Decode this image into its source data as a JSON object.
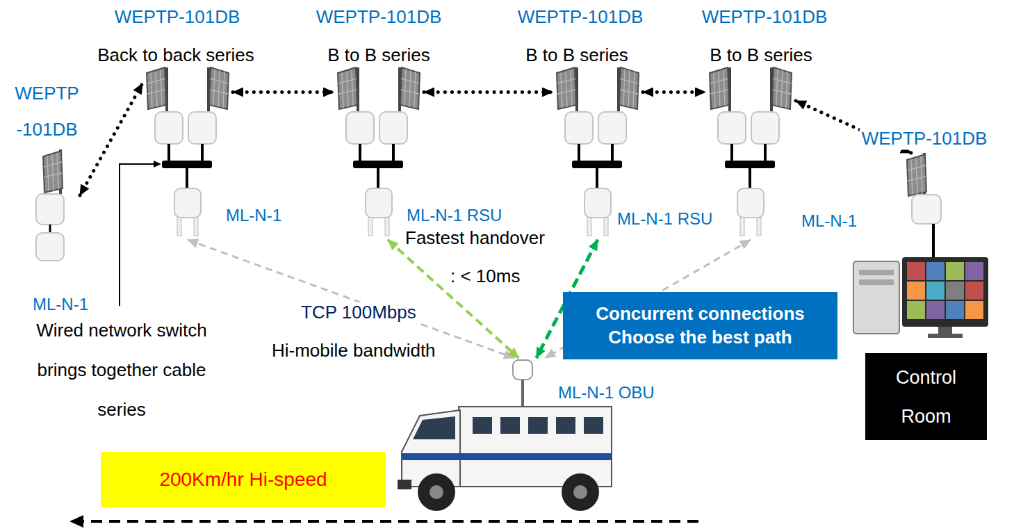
{
  "diagram": {
    "nodes": [
      {
        "text": [
          "WEPTP -101DB",
          "ML-N-1"
        ]
      },
      {
        "text": [
          "WEPTP-101DB",
          "Back to back series",
          "ML-N-1"
        ]
      },
      {
        "text": [
          "WEPTP-101DB",
          "B to B series",
          "ML-N-1 RSU"
        ]
      },
      {
        "text": [
          "WEPTP-101DB",
          "B to B series",
          "ML-N-1 RSU"
        ]
      },
      {
        "text": [
          "WEPTP-101DB",
          "B to B series",
          "ML-N-1"
        ]
      },
      {
        "text": [
          "WEPTP-101DB"
        ]
      },
      {
        "text": [
          "Control Room"
        ]
      },
      {
        "text": [
          "ML-N-1 OBU"
        ]
      },
      {
        "text": [
          "Concurrent connections Choose the best path"
        ]
      },
      {
        "text": [
          "200Km/hr Hi-speed"
        ]
      }
    ],
    "edges": [
      {
        "from": 0,
        "to": 1,
        "arrow": "both"
      },
      {
        "from": 1,
        "to": 2,
        "arrow": "both"
      },
      {
        "from": 2,
        "to": 3,
        "arrow": "both"
      },
      {
        "from": 3,
        "to": 4,
        "arrow": "both"
      },
      {
        "from": 4,
        "to": 5,
        "arrow": "both"
      },
      {
        "from": 1,
        "to": 7,
        "arrow": "both"
      },
      {
        "from": 2,
        "to": 7,
        "arrow": "both"
      },
      {
        "from": 3,
        "to": 7,
        "arrow": "both"
      },
      {
        "from": 4,
        "to": 7,
        "arrow": "both"
      }
    ],
    "labels": [
      "Wired network switch brings together cable series",
      "Fastest handover",
      ": < 10ms",
      "TCP 100Mbps",
      "Hi-mobile bandwidth"
    ]
  }
}
